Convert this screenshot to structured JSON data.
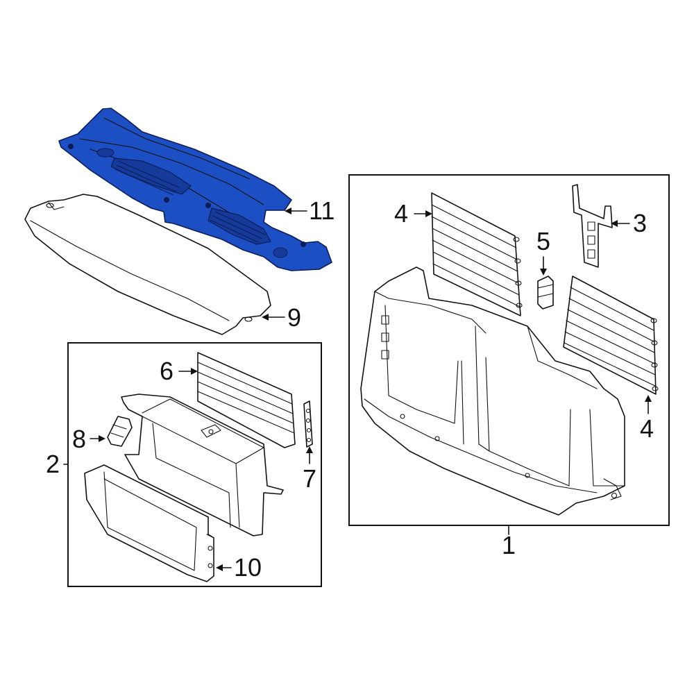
{
  "highlight_color": "#1d4fc4",
  "callouts": {
    "c1": "1",
    "c2": "2",
    "c3": "3",
    "c4a": "4",
    "c4b": "4",
    "c5": "5",
    "c6": "6",
    "c7": "7",
    "c8": "8",
    "c9": "9",
    "c10": "10",
    "c11": "11"
  },
  "highlighted_part": "11"
}
